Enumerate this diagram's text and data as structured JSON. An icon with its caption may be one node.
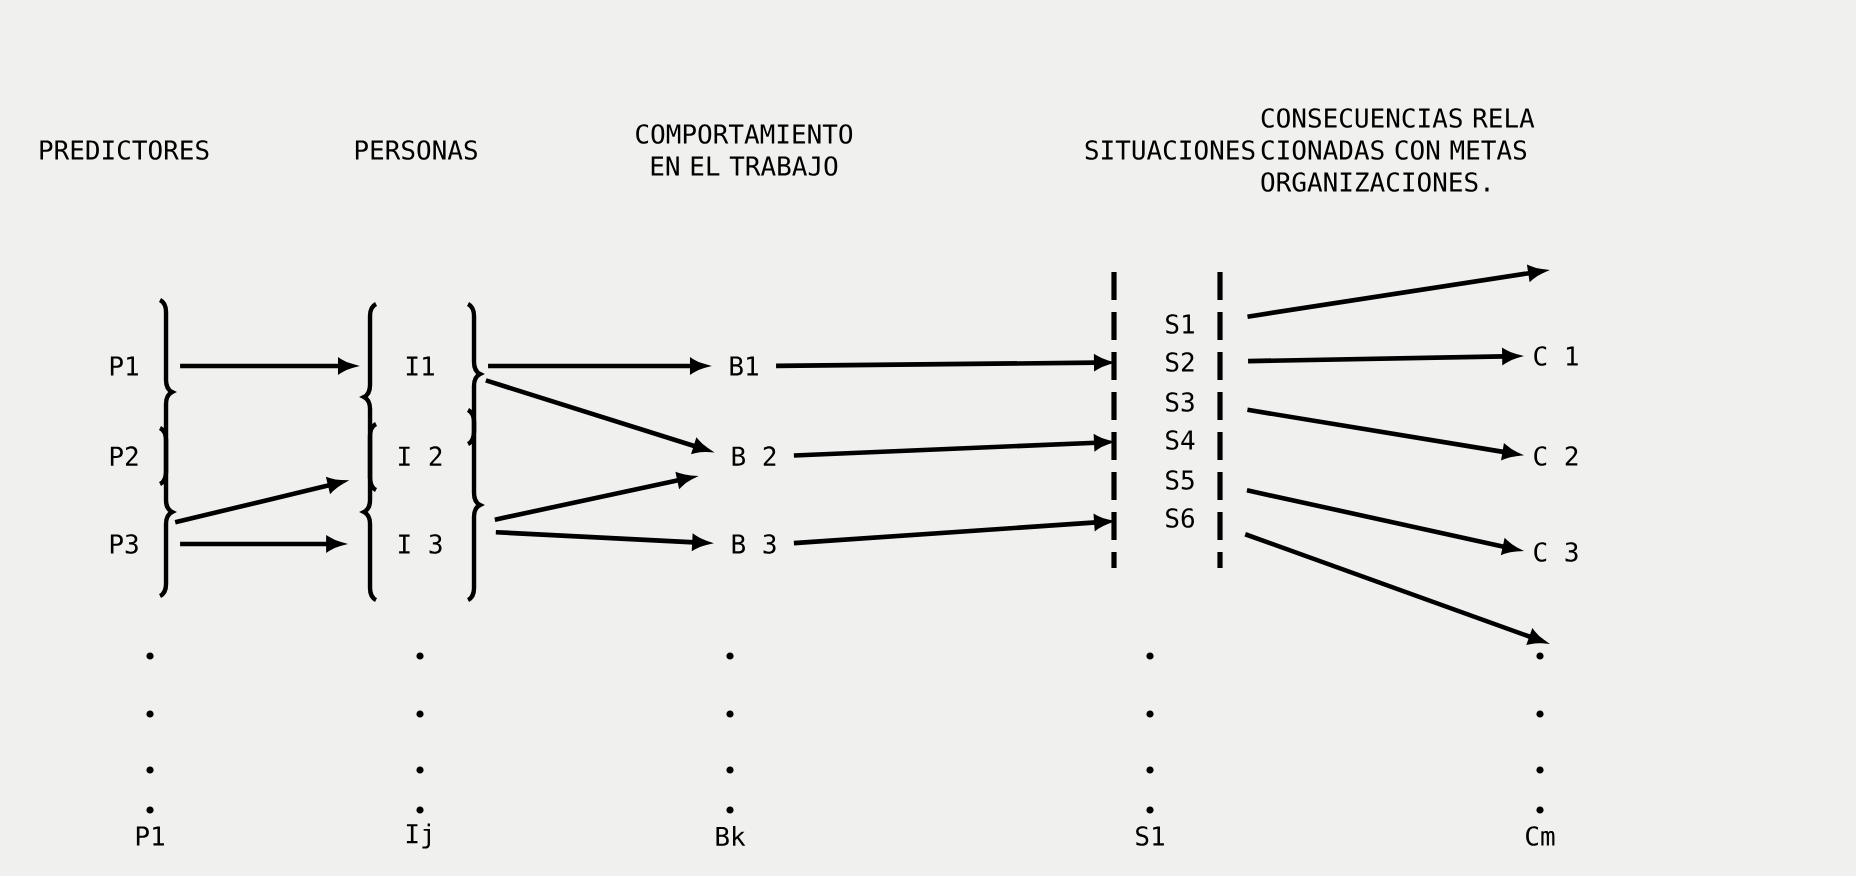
{
  "diagram": {
    "nodes": [
      {
        "text": [
          "P1"
        ]
      },
      {
        "text": [
          "P2"
        ]
      },
      {
        "text": [
          "P3"
        ]
      },
      {
        "text": [
          "I1"
        ]
      },
      {
        "text": [
          "I 2"
        ]
      },
      {
        "text": [
          "I 3"
        ]
      },
      {
        "text": [
          "B1"
        ]
      },
      {
        "text": [
          "B 2"
        ]
      },
      {
        "text": [
          "B 3"
        ]
      },
      {
        "text": [
          "S1"
        ]
      },
      {
        "text": [
          "S2"
        ]
      },
      {
        "text": [
          "S3"
        ]
      },
      {
        "text": [
          "S4"
        ]
      },
      {
        "text": [
          "S5"
        ]
      },
      {
        "text": [
          "S6"
        ]
      },
      {
        "text": [
          "C 1"
        ]
      },
      {
        "text": [
          "C 2"
        ]
      },
      {
        "text": [
          "C 3"
        ]
      }
    ],
    "edges": [
      {
        "from": 0,
        "to": 3,
        "arrow": "to"
      },
      {
        "from": 2,
        "to": 4,
        "arrow": "to"
      },
      {
        "from": 2,
        "to": 5,
        "arrow": "to"
      },
      {
        "from": 3,
        "to": 6,
        "arrow": "to"
      },
      {
        "from": 3,
        "to": 7,
        "arrow": "to"
      },
      {
        "from": 5,
        "to": 7,
        "arrow": "to"
      },
      {
        "from": 5,
        "to": 8,
        "arrow": "to"
      },
      {
        "from": 6,
        "to": 10,
        "arrow": "to"
      },
      {
        "from": 7,
        "to": 12,
        "arrow": "to"
      },
      {
        "from": 8,
        "to": 14,
        "arrow": "to"
      },
      {
        "from": 9,
        "to": null,
        "arrow": "to"
      },
      {
        "from": 10,
        "to": 15,
        "arrow": "to"
      },
      {
        "from": 11,
        "to": 16,
        "arrow": "to"
      },
      {
        "from": 13,
        "to": 17,
        "arrow": "to"
      },
      {
        "from": 14,
        "to": null,
        "arrow": "to"
      }
    ],
    "labels": [
      "PREDICTORES",
      "PERSONAS",
      "COMPORTAMIENTO EN EL TRABAJO",
      "SITUACIONES",
      "CONSECUENCIAS RELA CIONADAS CON METAS ORGANIZACIONES.",
      "P1",
      "Ij",
      "Bk",
      "S1",
      "Cm"
    ]
  }
}
